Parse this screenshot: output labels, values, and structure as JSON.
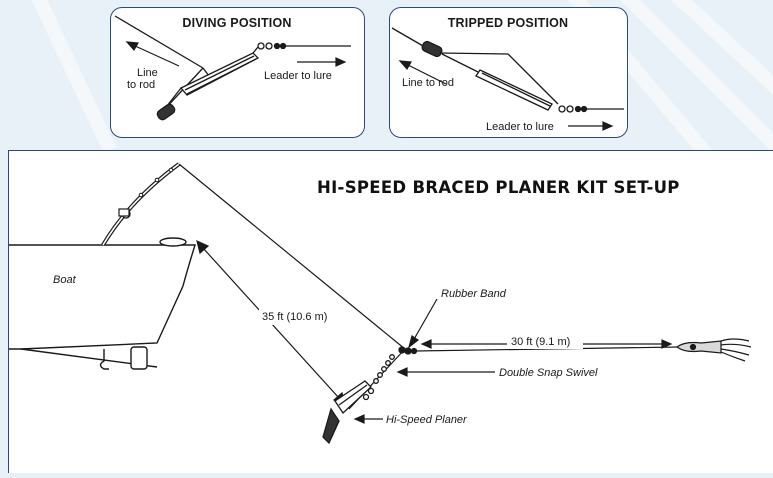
{
  "diving": {
    "title": "DIVING POSITION",
    "line_to_rod_1": "Line",
    "line_to_rod_2": "to rod",
    "leader": "Leader to lure"
  },
  "tripped": {
    "title": "TRIPPED POSITION",
    "line_to_rod": "Line to rod",
    "leader": "Leader to lure"
  },
  "main": {
    "title": "HI-SPEED BRACED PLANER KIT SET-UP",
    "boat": "Boat",
    "rubber_band": "Rubber Band",
    "distance_planer": "35 ft (10.6 m)",
    "distance_lure": "30 ft (9.1 m)",
    "swivel": "Double Snap Swivel",
    "planer": "Hi-Speed Planer"
  },
  "colors": {
    "panel_border": "#2b4a7a",
    "background": "#e9f1f8",
    "ink": "#1a1a1a"
  }
}
